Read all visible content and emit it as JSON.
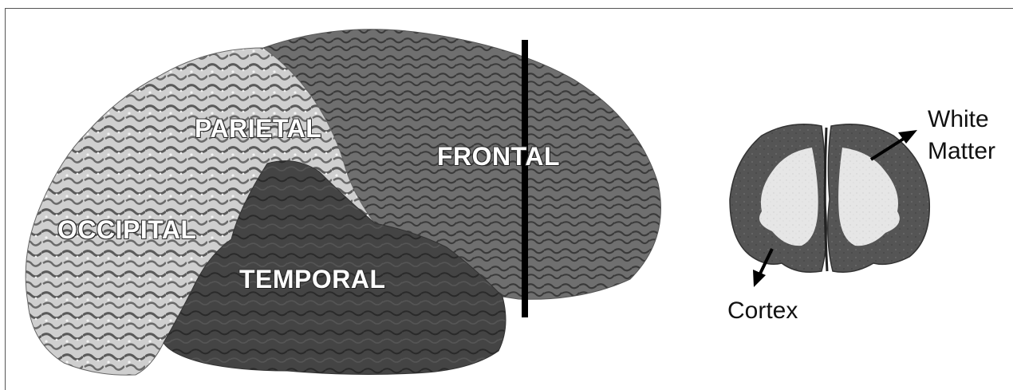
{
  "lateral_view": {
    "labels": {
      "parietal": "PARIETAL",
      "frontal": "FRONTAL",
      "occipital": "OCCIPITAL",
      "temporal": "TEMPORAL"
    }
  },
  "coronal_view": {
    "labels": {
      "white_matter_line1": "White",
      "white_matter_line2": "Matter",
      "cortex": "Cortex"
    }
  },
  "colors": {
    "frontal": "#6f6f6f",
    "parietal_occipital": "#c9c9c9",
    "temporal": "#3f3f3f",
    "cortex_gray": "#555555",
    "white_matter": "#e6e6e6",
    "section_line": "#000000"
  }
}
